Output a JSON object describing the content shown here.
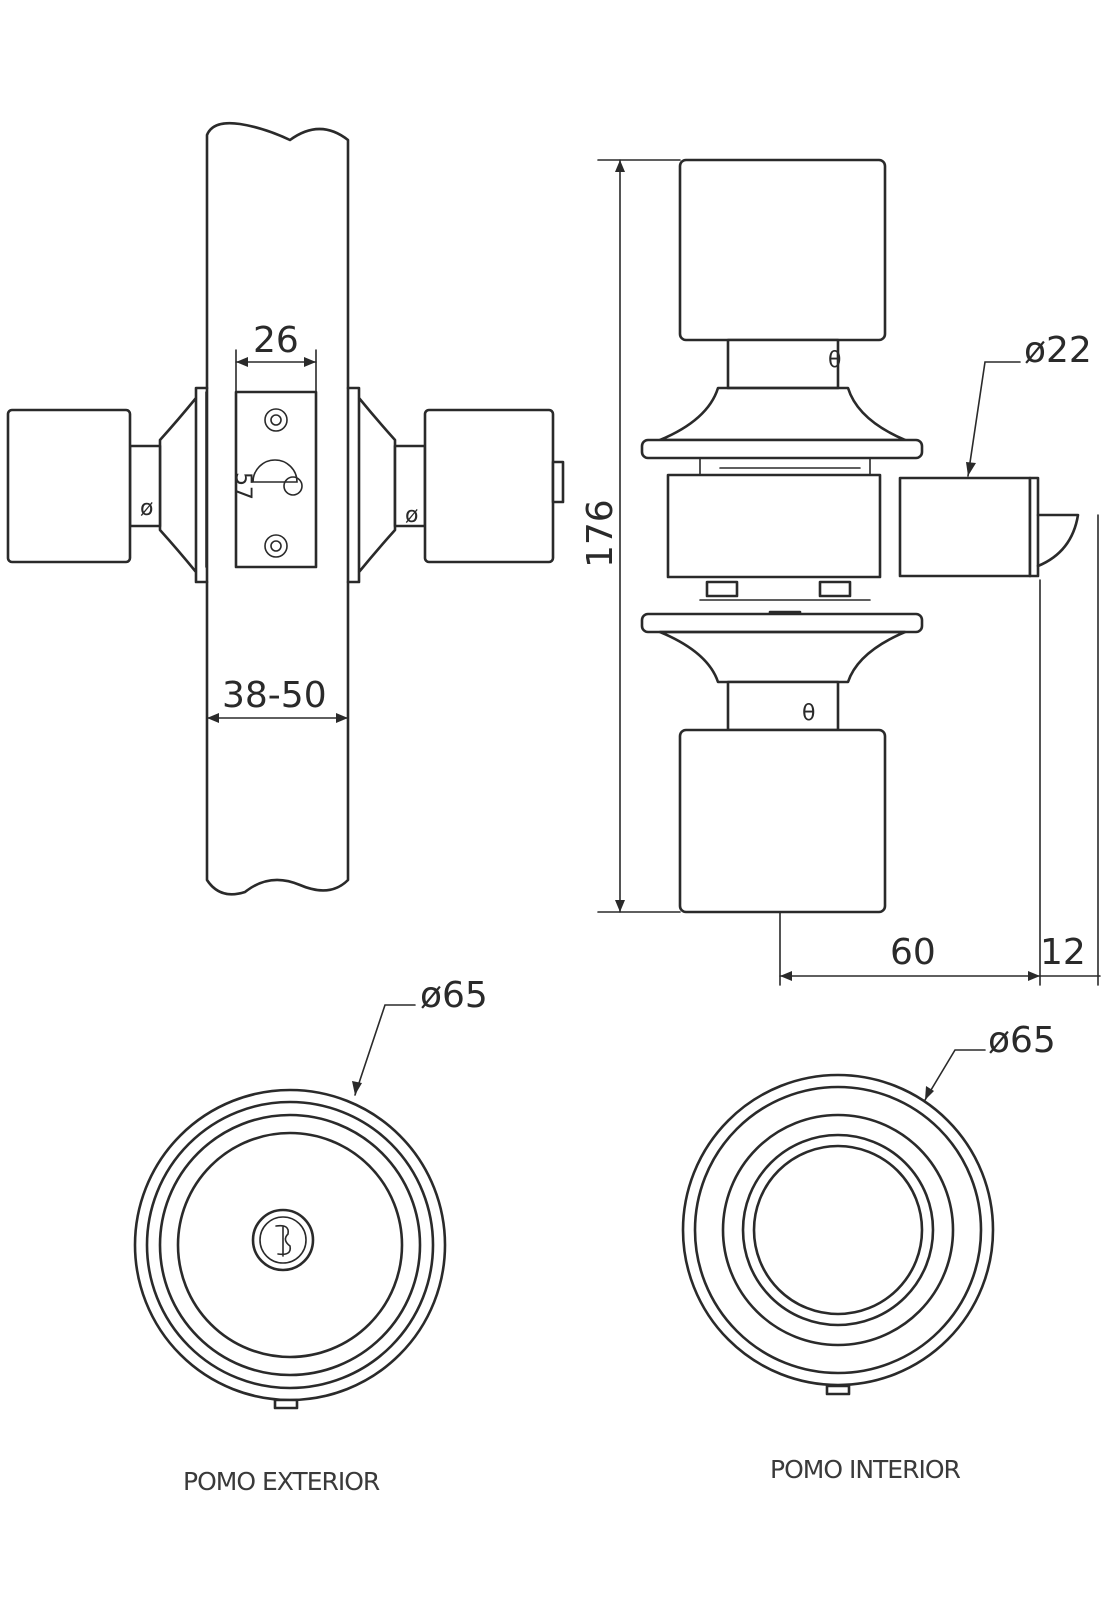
{
  "dimensions": {
    "d26": "26",
    "d57": "57",
    "d38_50": "38-50",
    "d176": "176",
    "d22": "ø22",
    "d60": "60",
    "d12": "12",
    "d65_exterior": "ø65",
    "d65_interior": "ø65"
  },
  "captions": {
    "exterior": "POMO EXTERIOR",
    "interior": "POMO INTERIOR"
  },
  "colors": {
    "line": "#2a2a2a",
    "background": "#ffffff"
  }
}
